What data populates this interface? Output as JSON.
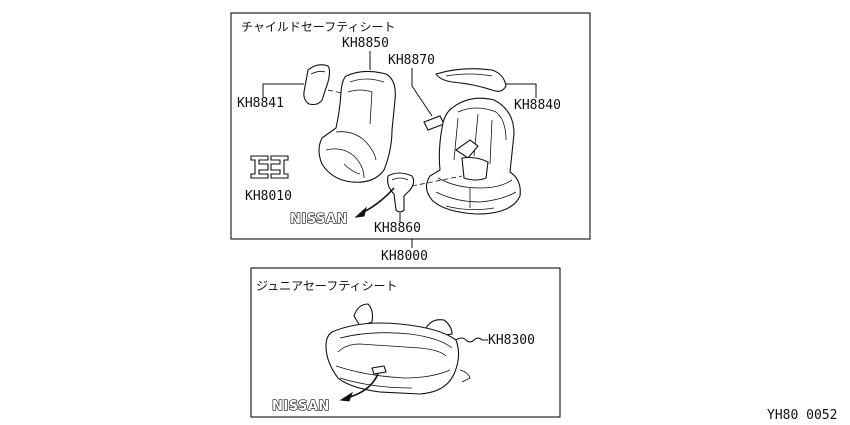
{
  "boxes": {
    "child_seat_title": "チャイルドセーフティシート",
    "junior_seat_title": "ジュニアセーフティシート"
  },
  "part_numbers": {
    "kh8850": "KH8850",
    "kh8870": "KH8870",
    "kh8841": "KH8841",
    "kh8840": "KH8840",
    "kh8010": "KH8010",
    "kh8860": "KH8860",
    "kh8000": "KH8000",
    "kh8300": "KH8300"
  },
  "logos": {
    "child_logo": "NISSAN",
    "junior_logo": "NISSAN"
  },
  "diagram_code": "YH80 0052"
}
